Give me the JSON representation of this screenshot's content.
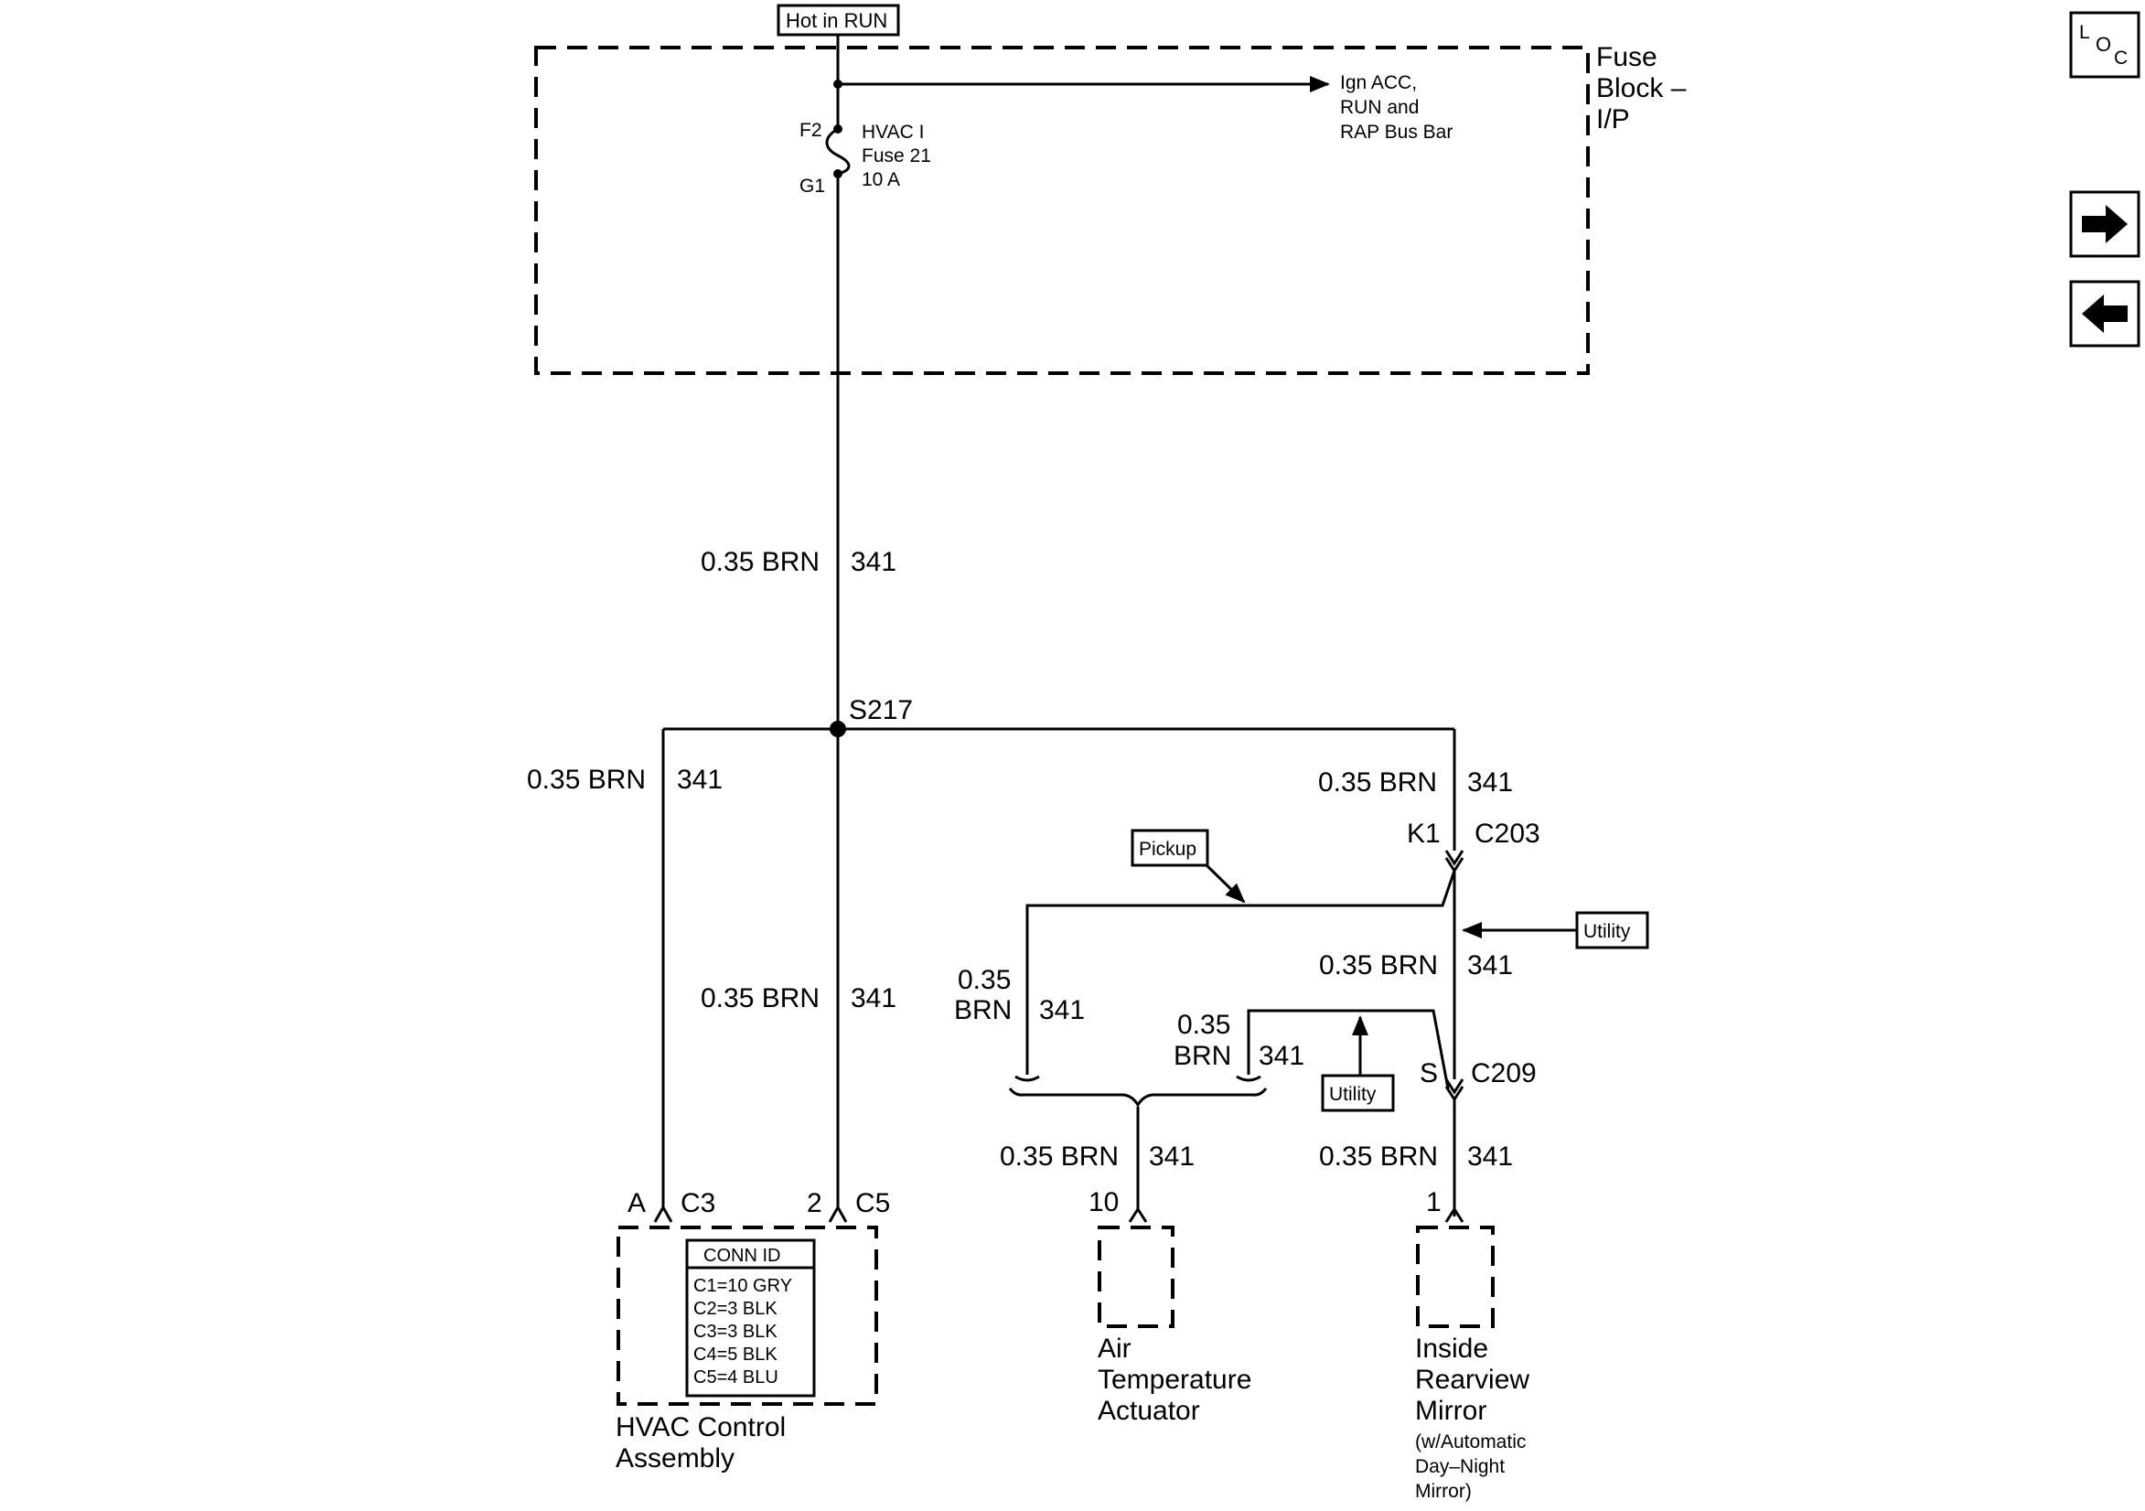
{
  "power_source": {
    "label": "Hot in RUN"
  },
  "fuse_block": {
    "title_line1": "Fuse",
    "title_line2": "Block –",
    "title_line3": "I/P",
    "bus_line1": "Ign ACC,",
    "bus_line2": "RUN and",
    "bus_line3": "RAP Bus Bar",
    "pin_top": "F2",
    "pin_bottom": "G1",
    "fuse_line1": "HVAC I",
    "fuse_line2": "Fuse 21",
    "fuse_line3": "10 A"
  },
  "splice": {
    "label": "S217"
  },
  "wire": {
    "size_color": "0.35 BRN",
    "circuit": "341",
    "size": "0.35",
    "color": "BRN"
  },
  "connectors": {
    "c203_pin": "K1",
    "c203": "C203",
    "c209_pin": "S",
    "c209": "C209",
    "c3_pin": "A",
    "c3": "C3",
    "c5_pin": "2",
    "c5": "C5",
    "actuator_pin": "10",
    "mirror_pin": "1"
  },
  "options": {
    "pickup": "Pickup",
    "utility": "Utility"
  },
  "conn_id": {
    "title": "CONN ID",
    "rows": [
      "C1=10 GRY",
      "C2=3 BLK",
      "C3=3 BLK",
      "C4=5 BLK",
      "C5=4 BLU"
    ]
  },
  "components": {
    "hvac_line1": "HVAC Control",
    "hvac_line2": "Assembly",
    "actuator_line1": "Air",
    "actuator_line2": "Temperature",
    "actuator_line3": "Actuator",
    "mirror_line1": "Inside",
    "mirror_line2": "Rearview",
    "mirror_line3": "Mirror",
    "mirror_note1": "(w/Automatic",
    "mirror_note2": "Day–Night",
    "mirror_note3": "Mirror)"
  },
  "nav": {
    "loc_l": "L",
    "loc_o": "O",
    "loc_c": "C",
    "loc_icon": "location-icon",
    "next_icon": "arrow-right-icon",
    "prev_icon": "arrow-left-icon"
  }
}
